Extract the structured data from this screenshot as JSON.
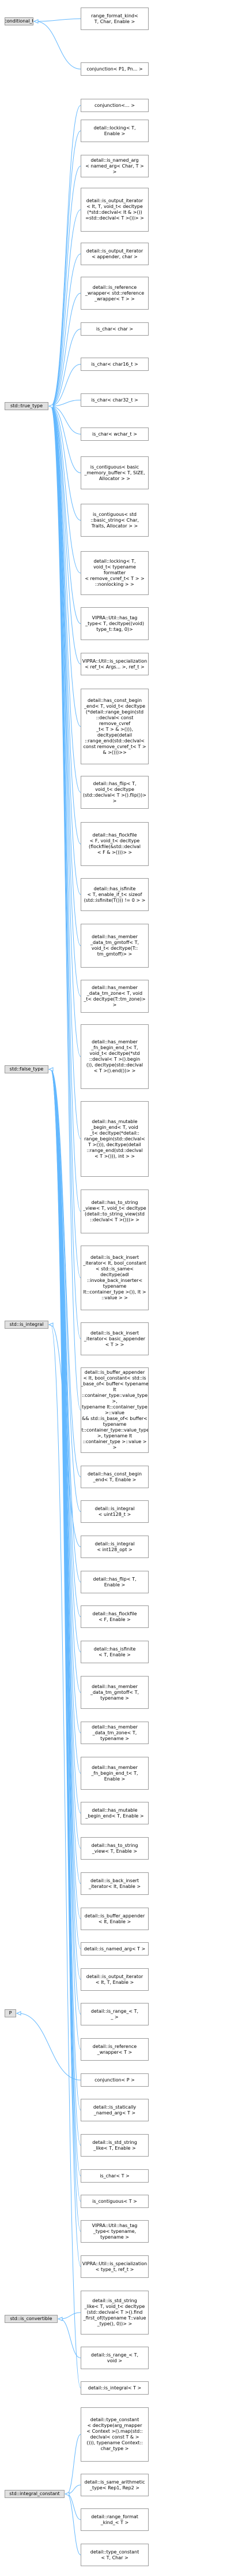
{
  "colors": {
    "edge": "#63b8ff",
    "node_border": "#666666",
    "base_fill": "#e0e0e0"
  },
  "bases": [
    {
      "id": "conditional_t",
      "label": "conditional_t"
    },
    {
      "id": "true_type",
      "label": "std::true_type"
    },
    {
      "id": "false_type",
      "label": "std::false_type"
    },
    {
      "id": "is_integral",
      "label": "std::is_integral"
    },
    {
      "id": "P",
      "label": "P"
    },
    {
      "id": "is_convertible",
      "label": "std::is_convertible"
    },
    {
      "id": "integral_constant",
      "label": "std::integral_constant"
    }
  ],
  "nodes": [
    {
      "id": "range_format_kind",
      "label": "range_format_kind<\nT, Char, Enable >",
      "base": "conditional_t"
    },
    {
      "id": "conjunction_p1",
      "label": "conjunction< P1, Pn... >",
      "base": "conditional_t"
    },
    {
      "id": "conjunction_empty",
      "label": "conjunction<... >",
      "base": "true_type"
    },
    {
      "id": "is_locking",
      "label": "detail::locking< T,\nEnable >",
      "base": "true_type"
    },
    {
      "id": "is_named_arg_wrapper",
      "label": "detail::is_named_arg\n< named_arg< Char, T > >",
      "base": "true_type"
    },
    {
      "id": "is_output_iterator_1",
      "label": "detail::is_output_iterator\n< It, T, void_t< decltype\n(*std::declval< It & >())\n=std::declval< T >())> >",
      "base": "true_type"
    },
    {
      "id": "is_output_iterator_2",
      "label": "detail::is_output_iterator\n< appender, char >",
      "base": "true_type"
    },
    {
      "id": "is_reference_wrapper",
      "label": "detail::is_reference\n_wrapper< std::reference\n_wrapper< T > >",
      "base": "true_type"
    },
    {
      "id": "is_char_char",
      "label": "is_char< char >",
      "base": "true_type"
    },
    {
      "id": "is_char_char16",
      "label": "is_char< char16_t >",
      "base": "true_type"
    },
    {
      "id": "is_char_char32",
      "label": "is_char< char32_t >",
      "base": "true_type"
    },
    {
      "id": "is_char_wchar",
      "label": "is_char< wchar_t >",
      "base": "true_type"
    },
    {
      "id": "is_contiguous_buffer",
      "label": "is_contiguous< basic\n_memory_buffer< T, SIZE,\nAllocator > >",
      "base": "true_type"
    },
    {
      "id": "is_contiguous_string",
      "label": "is_contiguous< std\n::basic_string< Char,\nTraits, Allocator > >",
      "base": "true_type"
    },
    {
      "id": "is_locking_formatter",
      "label": "detail::locking< T,\nvoid_t< typename formatter\n< remove_cvref_t< T > >\n::nonlocking > >",
      "base": "true_type"
    },
    {
      "id": "has_type_true",
      "label": "VIPRA::Util::has_tag\n_type< T, decltype((void)\ntype_t::tag, 0)>",
      "base": "true_type"
    },
    {
      "id": "is_specialization_true",
      "label": "VIPRA::Util::is_specialization\n< ref_t< Args... >, ref_t >",
      "base": "true_type"
    },
    {
      "id": "has_const_begin_end",
      "label": "detail::has_const_begin\n_end< T, void_t< decltype\n(*detail::range_begin(std\n::declval< const remove_cvref\n_t< T > & >())), decltype(detail\n::range_end(std::declval<\nconst remove_cvref_t< T > & >()))>>",
      "base": "true_type"
    },
    {
      "id": "has_flip_void",
      "label": "detail::has_flip< T,\nvoid_t< decltype\n(std::declval< T >().flip())> >",
      "base": "true_type"
    },
    {
      "id": "has_flockfile_void",
      "label": "detail::has_flockfile\n< F, void_t< decltype\n(flockfile(&std::declval\n< F & >()))> >",
      "base": "true_type"
    },
    {
      "id": "has_isfinite_void",
      "label": "detail::has_isfinite\n< T, enable_if_t< sizeof\n(std::isfinite(T())) != 0 > >",
      "base": "true_type"
    },
    {
      "id": "has_member_gmtoff",
      "label": "detail::has_member\n_data_tm_gmtoff< T,\nvoid_t< decltype(T::\ntm_gmtoff)> >",
      "base": "true_type"
    },
    {
      "id": "has_member_zone",
      "label": "detail::has_member\n_data_tm_zone< T, void\n_t< decltype(T::tm_zone)> >",
      "base": "true_type"
    },
    {
      "id": "has_member_fn_begin_end",
      "label": "detail::has_member\n_fn_begin_end_t< T,\nvoid_t< decltype(*std\n::declval< T >().begin\n()), decltype(std::declval\n< T >().end())> >",
      "base": "true_type"
    },
    {
      "id": "has_mutable_begin_end",
      "label": "detail::has_mutable\n_begin_end< T, void\n_t< decltype(*detail::\nrange_begin(std::declval<\nT >())), decltype(detail\n::range_end(std::declval\n< T >())), int > >",
      "base": "true_type"
    },
    {
      "id": "has_to_string_view_void",
      "label": "detail::has_to_string\n_view< T, void_t< decltype\n(detail::to_string_view(std\n::declval< T >()))> >",
      "base": "true_type"
    },
    {
      "id": "is_back_insert_iterator_1",
      "label": "detail::is_back_insert\n_iterator< It, bool_constant\n< std::is_same< decltype(adl\n::invoke_back_inserter< typename\nIt::container_type >()), It >\n::value > >",
      "base": "true_type"
    },
    {
      "id": "is_back_insert_iterator_2",
      "label": "detail::is_back_insert\n_iterator< basic_appender\n< T > >",
      "base": "true_type"
    },
    {
      "id": "is_buffer_appender",
      "label": "detail::is_buffer_appender\n< It, bool_constant< std::is\n_base_of< buffer< typename It\n::container_type::value_type >,\ntypename It::container_type >::value\n&& std::is_base_of< buffer< typename\nIt::container_type::value_type >, typename It\n::container_type >::value > >",
      "base": "true_type"
    },
    {
      "id": "has_const_begin_end_f",
      "label": "detail::has_const_begin\n_end< T, Enable >",
      "base": "false_type"
    },
    {
      "id": "is_integral_uint128",
      "label": "detail::is_integral\n< uint128_t >",
      "base": "false_type"
    },
    {
      "id": "is_integral_int128",
      "label": "detail::is_integral\n< int128_opt >",
      "base": "is_integral"
    },
    {
      "id": "has_flip_f",
      "label": "detail::has_flip< T,\nEnable >",
      "base": "false_type"
    },
    {
      "id": "has_flockfile_f",
      "label": "detail::has_flockfile\n< F, Enable >",
      "base": "false_type"
    },
    {
      "id": "has_isfinite_f",
      "label": "detail::has_isfinite\n< T, Enable >",
      "base": "false_type"
    },
    {
      "id": "has_member_gmtoff_f",
      "label": "detail::has_member\n_data_tm_gmtoff< T,\ntypename >",
      "base": "false_type"
    },
    {
      "id": "has_member_zone_f",
      "label": "detail::has_member\n_data_tm_zone< T, typename >",
      "base": "false_type"
    },
    {
      "id": "has_member_fn_f",
      "label": "detail::has_member\n_fn_begin_end_t< T,\nEnable >",
      "base": "false_type"
    },
    {
      "id": "has_mutable_f",
      "label": "detail::has_mutable\n_begin_end< T, Enable >",
      "base": "false_type"
    },
    {
      "id": "has_to_string_view_f",
      "label": "detail::has_to_string\n_view< T, Enable >",
      "base": "false_type"
    },
    {
      "id": "is_back_insert_f",
      "label": "detail::is_back_insert\n_iterator< It, Enable >",
      "base": "false_type"
    },
    {
      "id": "is_buffer_appender_f",
      "label": "detail::is_buffer_appender\n< It, Enable >",
      "base": "false_type"
    },
    {
      "id": "is_named_arg_f",
      "label": "detail::is_named_arg< T >",
      "base": "false_type"
    },
    {
      "id": "is_output_iterator_f",
      "label": "detail::is_output_iterator\n< It, T, Enable >",
      "base": "false_type"
    },
    {
      "id": "is_range_f",
      "label": "detail::is_range_< T,\n_ >",
      "base": "false_type"
    },
    {
      "id": "is_reference_wrapper_f",
      "label": "detail::is_reference\n_wrapper< T >",
      "base": "false_type"
    },
    {
      "id": "conjunction_p",
      "label": "conjunction< P >",
      "base": "P"
    },
    {
      "id": "is_statically_named_arg",
      "label": "detail::is_statically\n_named_arg< T >",
      "base": "false_type"
    },
    {
      "id": "is_std_string_like_f",
      "label": "detail::is_std_string\n_like< T, Enable >",
      "base": "false_type"
    },
    {
      "id": "is_char_f",
      "label": "is_char< T >",
      "base": "false_type"
    },
    {
      "id": "is_contiguous_f",
      "label": "is_contiguous< T >",
      "base": "false_type"
    },
    {
      "id": "has_type_f",
      "label": "VIPRA::Util::has_tag\n_type< typename, typename >",
      "base": "false_type"
    },
    {
      "id": "is_specialization_f",
      "label": "VIPRA::Util::is_specialization\n< type_t, ref_t >",
      "base": "false_type"
    },
    {
      "id": "is_std_string_like_void",
      "label": "detail::is_std_string\n_like< T, void_t< decltype\n(std::declval< T >().find\n_first_of(typename T::value\n_type(), 0))> >",
      "base": "is_convertible"
    },
    {
      "id": "is_range_void",
      "label": "detail::is_range_< T,\nvoid >",
      "base": "is_convertible"
    },
    {
      "id": "is_integral_T",
      "label": "detail::is_integral< T >",
      "base": "is_integral"
    },
    {
      "id": "type_constant_mapper",
      "label": "detail::type_constant\n< decltype(arg_mapper\n< Context >().map(std::\ndeclval< const T & >\n())), typename Context::\nchar_type >",
      "base": "integral_constant"
    },
    {
      "id": "is_same_arithmetic",
      "label": "detail::is_same_arithmetic\n_type< Rep1, Rep2 >",
      "base": "integral_constant"
    },
    {
      "id": "range_format_kind_d",
      "label": "detail::range_format\n_kind_< T >",
      "base": "integral_constant"
    },
    {
      "id": "type_constant_T",
      "label": "detail::type_constant\n< T, Char >",
      "base": "integral_constant"
    }
  ]
}
